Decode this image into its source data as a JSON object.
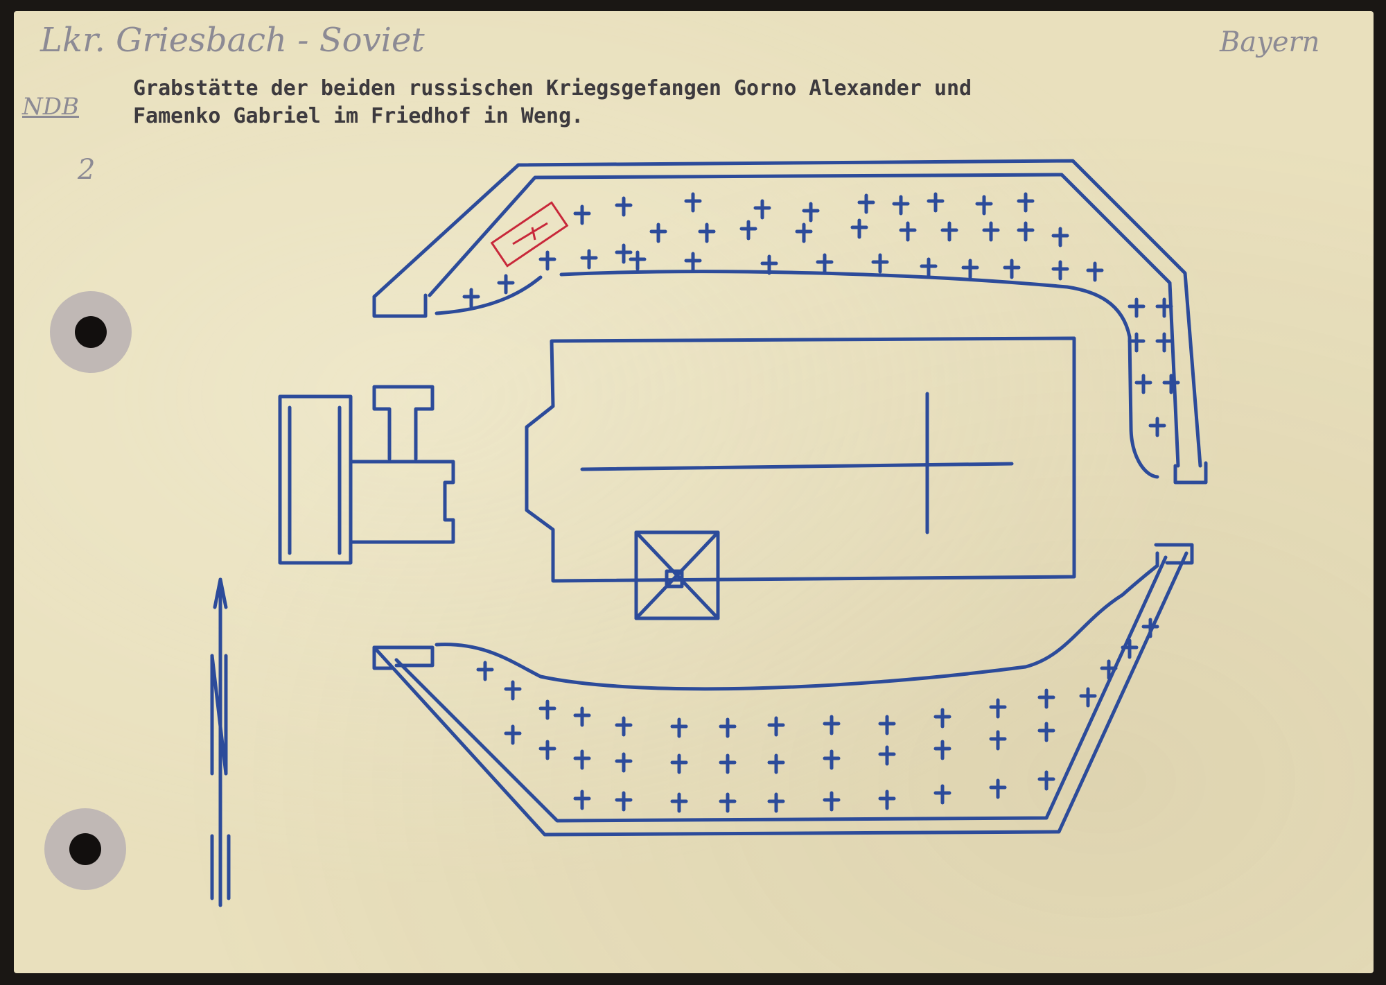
{
  "card": {
    "district_note": "Lkr. Griesbach - Soviet",
    "state_note": "Bayern",
    "code_note": "NDB",
    "number_note": "2",
    "title_line1": "Grabstätte der beiden russischen Kriegsgefangen Gorno Alexander und",
    "title_line2": "Famenko Gabriel im Friedhof in Weng."
  },
  "plan": {
    "ink_color": "#2c4b9a",
    "marker_color": "#c8283a",
    "north_arrow_label": "N"
  }
}
